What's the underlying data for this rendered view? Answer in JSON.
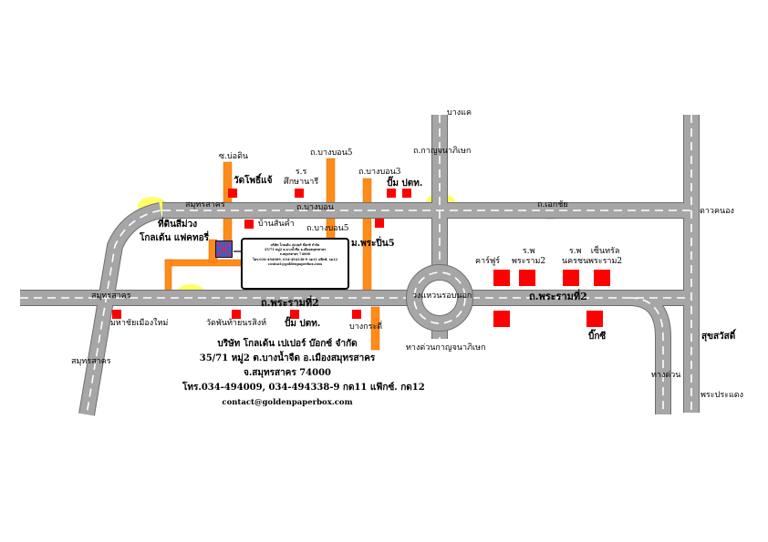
{
  "labels": {
    "bang_khae": "บางแค",
    "charan_tho": "ถ.กาญจนาภิเษก",
    "bang_bon_5_top": "ถ.บางบอน5",
    "soi_bo_din": "ซ.บ่อดิน",
    "bang_bon_3": "ถ.บางบอน3",
    "wat_pho_chaeng": "วัดโพธิ์แจ้",
    "school_label": "ร.ร\nศึกษานารี",
    "samut_sakhon_top": "สมุทรสาคร",
    "bang_bon_road": "ถ.บางบอน",
    "ekkachai": "ถ.เอกชัย",
    "dao_khanong": "ดาวคนอง",
    "pump_ptt_top": "ปั๊ม ปตท.",
    "thi_din_si_muang": "ที่ดินสีม่วง",
    "golden_factory": "โกลเด้น แฟคทอรี่",
    "ban_suan_kham": "บ้านสันคำ",
    "bang_bon_5_mid": "ถ.บางบอน5",
    "m_phra_pin_5": "ม.พระปิ่น5",
    "carrefour": "คาร์ฟูร์",
    "hosp_rama2": "ร.พ\nพระราม2",
    "hosp_nakhonchon": "ร.พ\nนครชน",
    "central_rama2": "เซ็นทรัล\nพระราม2",
    "samut_sakhon_left": "สมุทรสาคร",
    "rama2_left": "ถ.พระรามที่2",
    "rama2_right": "ถ.พระรามที่2",
    "ring_road": "วงแหวนรอบนอก",
    "maha_chai": "มหาชัยเมืองใหม่",
    "wat_phan_thai": "วัดพันท้ายนรสิงห์",
    "pump_ptt_bottom": "ปั๊ม ปตท.",
    "bang_kradi": "บางกระดี่",
    "big_c": "บิ๊กซี",
    "kanchana_exit": "ทางด่วนกาญจนาภิเษก",
    "suksawat": "สุขสวัสดิ์",
    "expressway": "ทางด่วน",
    "phra_pradaeng": "พระประแดง",
    "samut_sakhon_bottom": "สมุทรสาคร"
  },
  "info_box": [
    "บริษัท โกลเด้น เปเปอร์ บ๊อกซ์ จำกัด",
    "35/71 หมู่2 ต.บางน้ำจืด อ.เมืองสมุทรสาคร",
    "จ.สมุทรสาคร 74000",
    "โทร.034-494009, 034-494338-9 กด11 แฟ๊กซ์. กด12",
    "contact@goldenpaperbox.com"
  ],
  "company": {
    "name": "บริษัท โกลเด้น เปเปอร์ บ๊อกซ์ จำกัด",
    "address1": "35/71 หมู่2 ต.บางน้ำจืด อ.เมืองสมุทรสาคร",
    "address2": "จ.สมุทรสาคร 74000",
    "phone": "โทร.034-494009, 034-494338-9 กด11 แฟ๊กซ์. กด12",
    "email": "contact@goldenpaperbox.com"
  },
  "colors": {
    "road": "#a6a6a6",
    "road_edge": "#6e6e6e",
    "lane": "#ffffff",
    "local_road": "#ff8c1a",
    "landmark": "#ff0000",
    "toll": "#ffff66",
    "factory": "#4a57c4"
  }
}
